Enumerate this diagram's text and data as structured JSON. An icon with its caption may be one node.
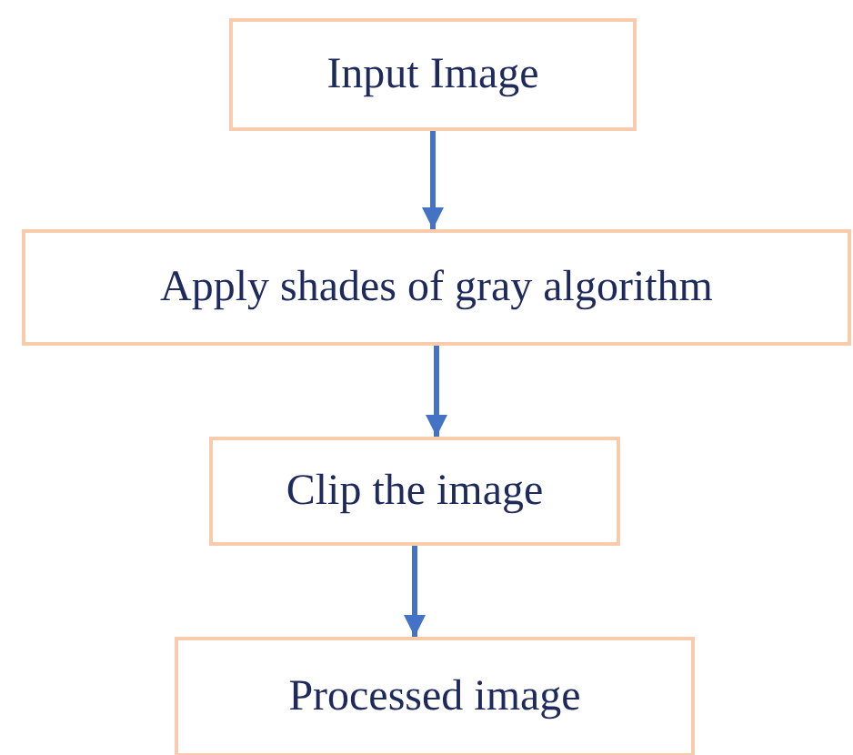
{
  "diagram": {
    "nodes": [
      {
        "text": [
          "Input Image"
        ]
      },
      {
        "text": [
          "Apply shades of gray algorithm"
        ]
      },
      {
        "text": [
          "Clip the image"
        ]
      },
      {
        "text": [
          "Processed image"
        ]
      }
    ],
    "edges": [
      {
        "from": 0,
        "to": 1,
        "arrow": "to"
      },
      {
        "from": 1,
        "to": 2,
        "arrow": "to"
      },
      {
        "from": 2,
        "to": 3,
        "arrow": "to"
      }
    ]
  }
}
